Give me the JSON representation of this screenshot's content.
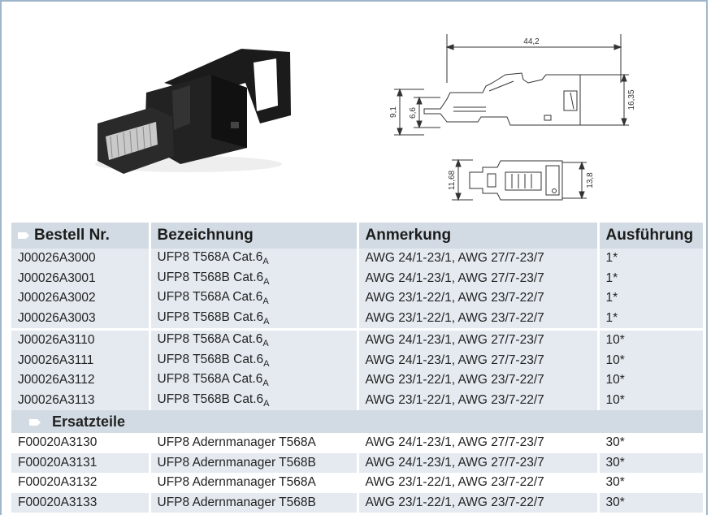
{
  "table": {
    "headers": [
      "Bestell Nr.",
      "Bezeichnung",
      "Anmerkung",
      "Ausführung"
    ],
    "groups": [
      [
        [
          "J00026A3000",
          "UFP8 T568A Cat.6",
          "A",
          "AWG 24/1-23/1, AWG 27/7-23/7",
          "1*"
        ],
        [
          "J00026A3001",
          "UFP8 T568B Cat.6",
          "A",
          "AWG 24/1-23/1, AWG 27/7-23/7",
          "1*"
        ],
        [
          "J00026A3002",
          "UFP8 T568A Cat.6",
          "A",
          "AWG 23/1-22/1, AWG 23/7-22/7",
          "1*"
        ],
        [
          "J00026A3003",
          "UFP8 T568B Cat.6",
          "A",
          "AWG 23/1-22/1, AWG 23/7-22/7",
          "1*"
        ]
      ],
      [
        [
          "J00026A3110",
          "UFP8 T568A Cat.6",
          "A",
          "AWG 24/1-23/1, AWG 27/7-23/7",
          "10*"
        ],
        [
          "J00026A3111",
          "UFP8 T568B Cat.6",
          "A",
          "AWG 24/1-23/1, AWG 27/7-23/7",
          "10*"
        ],
        [
          "J00026A3112",
          "UFP8 T568A Cat.6",
          "A",
          "AWG 23/1-22/1, AWG 23/7-22/7",
          "10*"
        ],
        [
          "J00026A3113",
          "UFP8 T568B Cat.6",
          "A",
          "AWG 23/1-22/1, AWG 23/7-22/7",
          "10*"
        ]
      ]
    ],
    "section_label": "Ersatzteile",
    "spare_parts": [
      [
        "F00020A3130",
        "UFP8 Adernmanager T568A",
        "",
        "AWG 24/1-23/1, AWG 27/7-23/7",
        "30*"
      ],
      [
        "F00020A3131",
        "UFP8 Adernmanager T568B",
        "",
        "AWG 24/1-23/1, AWG 27/7-23/7",
        "30*"
      ],
      [
        "F00020A3132",
        "UFP8 Adernmanager T568A",
        "",
        "AWG 23/1-22/1, AWG 23/7-22/7",
        "30*"
      ],
      [
        "F00020A3133",
        "UFP8 Adernmanager T568B",
        "",
        "AWG 23/1-22/1, AWG 23/7-22/7",
        "30*"
      ]
    ]
  },
  "drawing": {
    "dim_length": "44,2",
    "dim_height_left_outer": "9,1",
    "dim_height_left_inner": "6,6",
    "dim_height_right": "16,35",
    "dim_bottom_left": "11,68",
    "dim_bottom_right": "13,8"
  },
  "colors": {
    "header_bg": "#d2dbe3",
    "band_bg": "#e4eaf0",
    "frame": "#9fb6ca"
  }
}
